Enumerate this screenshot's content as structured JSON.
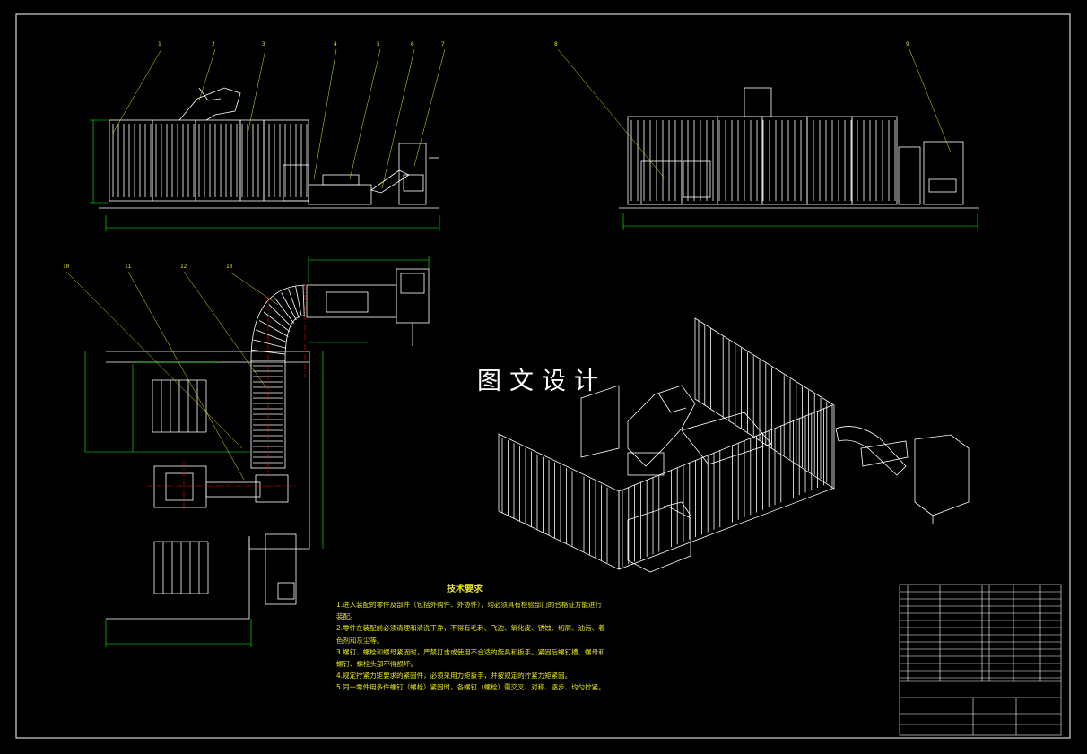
{
  "watermark": "图文设计",
  "balloons": [
    "1",
    "2",
    "3",
    "4",
    "5",
    "6",
    "7",
    "8",
    "9",
    "10",
    "11",
    "12",
    "13"
  ],
  "tech_requirements": {
    "title": "技术要求",
    "items": [
      "1.进入装配的零件及部件（包括外购件、外协件），均必须具有检验部门的合格证方能进行装配。",
      "2.零件在装配前必须清理和清洗干净，不得有毛刺、飞边、氧化皮、锈蚀、切屑、油污、着色剂和灰尘等。",
      "3.螺钉、螺栓和螺母紧固时，严禁打击或使用不合适的旋具和扳手。紧固后螺钉槽、螺母和螺钉、螺栓头部不得损坏。",
      "4.规定拧紧力矩要求的紧固件，必须采用力矩扳手，并按规定的拧紧力矩紧固。",
      "5.同一零件用多件螺钉（螺栓）紧固时，各螺钉（螺栓）需交叉、对称、逐步、均匀拧紧。"
    ]
  },
  "colors": {
    "background": "#000000",
    "lines": "#ffffff",
    "dimensions": "#00ff00",
    "leaders": "#e8e800",
    "centerline": "#ff0000",
    "text": "#e8e800"
  }
}
